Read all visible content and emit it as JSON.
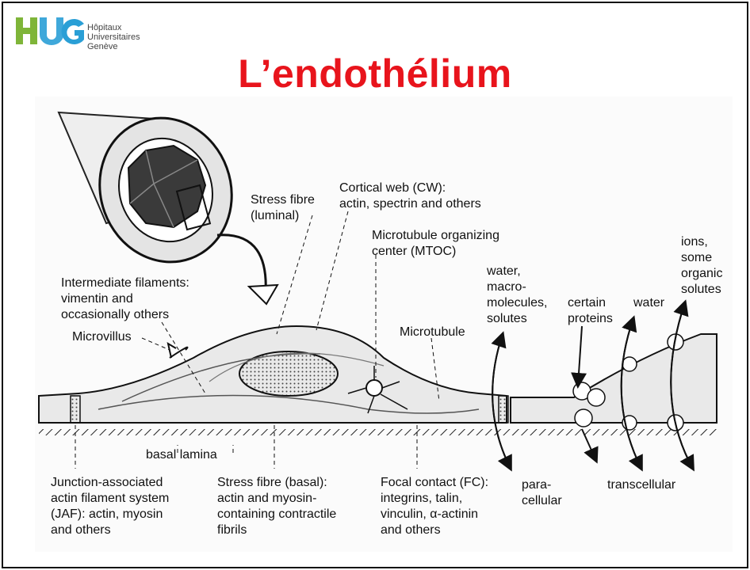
{
  "logo": {
    "mark": "HUG",
    "line1": "Hôpitaux",
    "line2": "Universitaires",
    "line3": "Genève",
    "colors": {
      "h": "#7fb539",
      "u": "#2a9fd6",
      "g": "#2a9fd6"
    }
  },
  "title": "L’endothélium",
  "labels": {
    "stress_luminal_1": "Stress fibre",
    "stress_luminal_2": "(luminal)",
    "cortical_1": "Cortical web (CW):",
    "cortical_2": "actin, spectrin and others",
    "mtoc_1": "Microtubule organizing",
    "mtoc_2": "center (MTOC)",
    "intermediate_1": "Intermediate filaments:",
    "intermediate_2": "vimentin and",
    "intermediate_3": "occasionally others",
    "microvillus": "Microvillus",
    "microtubule": "Microtubule",
    "water_macro_1": "water,",
    "water_macro_2": "macro-",
    "water_macro_3": "molecules,",
    "water_macro_4": "solutes",
    "certain_1": "certain",
    "certain_2": "proteins",
    "water": "water",
    "ions_1": "ions,",
    "ions_2": "some",
    "ions_3": "organic",
    "ions_4": "solutes",
    "basal_lamina": "basal lamina",
    "jaf_1": "Junction-associated",
    "jaf_2": "actin filament system",
    "jaf_3": "(JAF): actin, myosin",
    "jaf_4": "and others",
    "stress_basal_1": "Stress fibre (basal):",
    "stress_basal_2": "actin and myosin-",
    "stress_basal_3": "containing contractile",
    "stress_basal_4": "fibrils",
    "focal_1": "Focal contact (FC):",
    "focal_2": "integrins, talin,",
    "focal_3": "vinculin, α-actinin",
    "focal_4": "and others",
    "paracellular_1": "para-",
    "paracellular_2": "cellular",
    "transcellular": "transcellular"
  }
}
